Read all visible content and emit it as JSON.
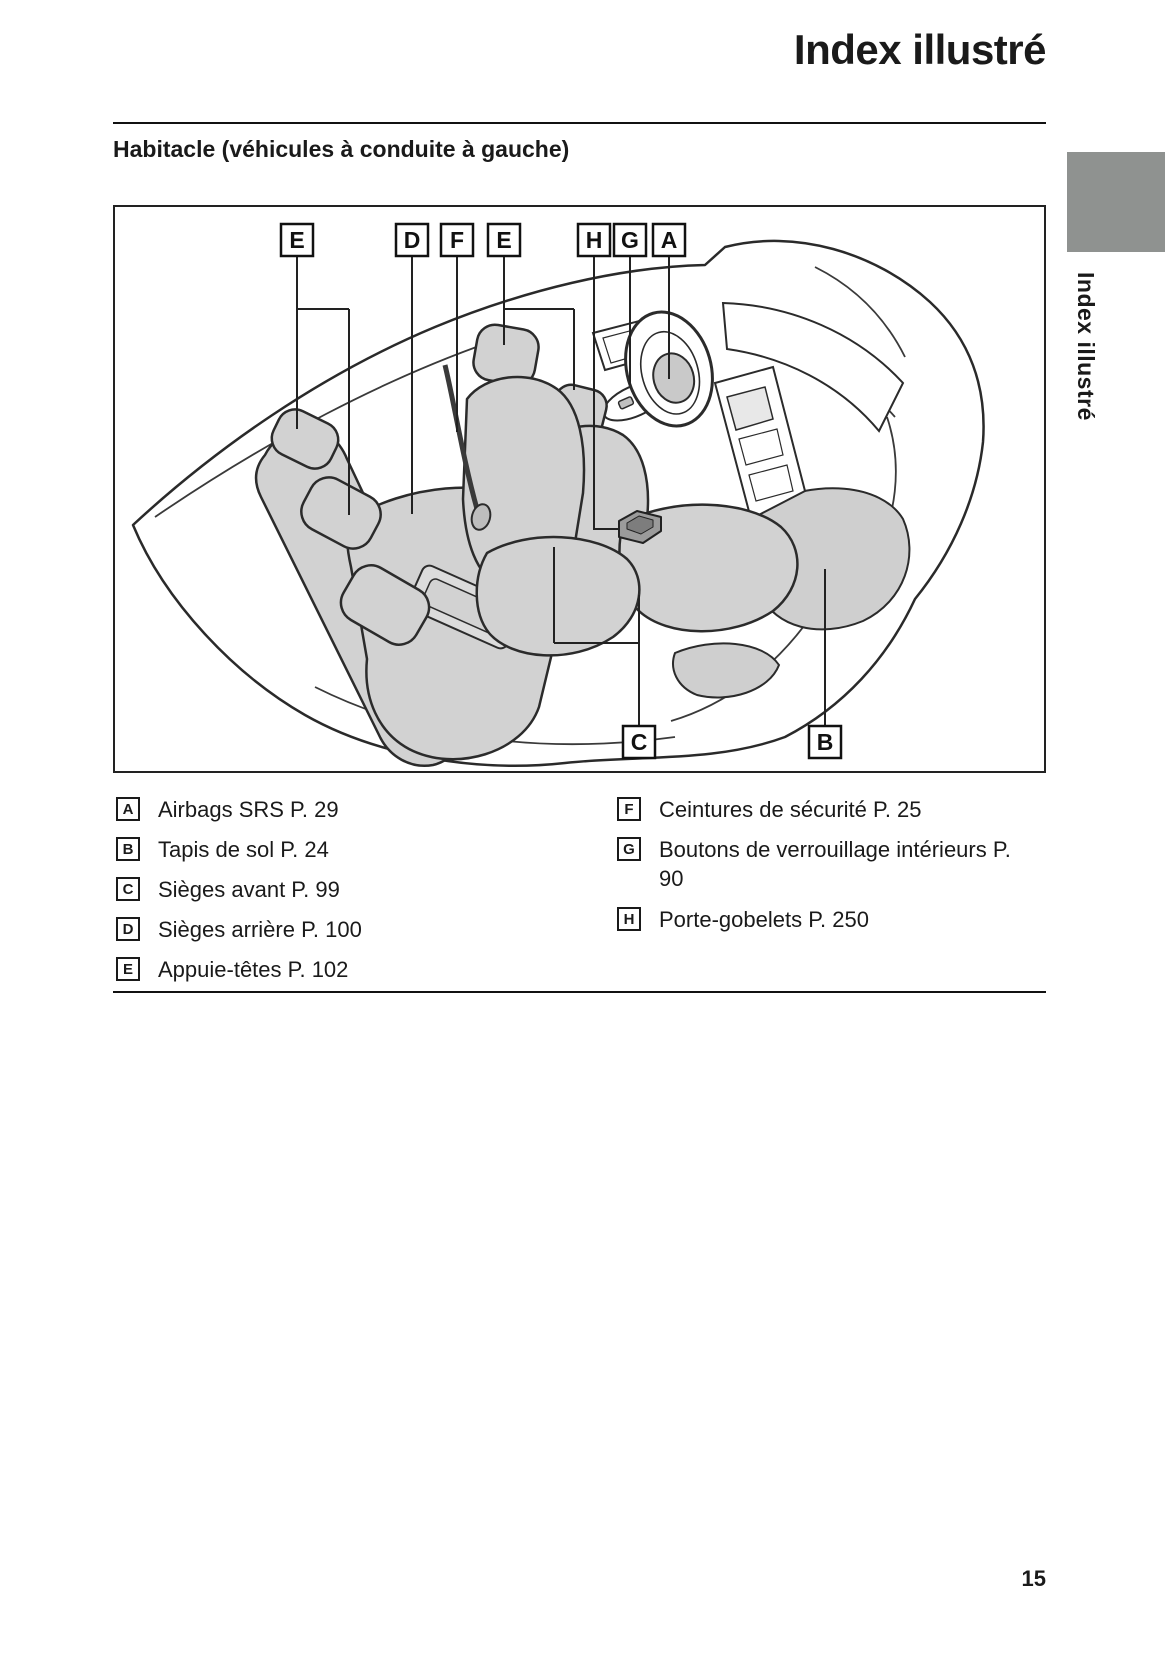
{
  "page": {
    "title": "Index illustré",
    "section_heading": "Habitacle (véhicules à conduite à gauche)",
    "sidebar_tab_label": "Index illustré",
    "page_number": "15"
  },
  "diagram": {
    "description": "car-interior-cutaway-line-drawing",
    "top_callouts": [
      "E",
      "D",
      "F",
      "E",
      "H",
      "G",
      "A"
    ],
    "bottom_callouts": [
      "C",
      "B"
    ]
  },
  "legend": {
    "left": [
      {
        "key": "A",
        "label": "Airbags SRS P. 29"
      },
      {
        "key": "B",
        "label": "Tapis de sol P. 24"
      },
      {
        "key": "C",
        "label": "Sièges avant P. 99"
      },
      {
        "key": "D",
        "label": "Sièges arrière P. 100"
      },
      {
        "key": "E",
        "label": "Appuie-têtes P. 102"
      }
    ],
    "right": [
      {
        "key": "F",
        "label": "Ceintures de sécurité P. 25"
      },
      {
        "key": "G",
        "label": "Boutons de verrouillage intérieurs P. 90"
      },
      {
        "key": "H",
        "label": "Porte-gobelets P. 250"
      }
    ]
  },
  "colors": {
    "ink": "#1a1a1a",
    "seat_gray": "#d2d2d2",
    "mat_gray": "#cfcfcf",
    "tab_gray": "#8f9290"
  }
}
